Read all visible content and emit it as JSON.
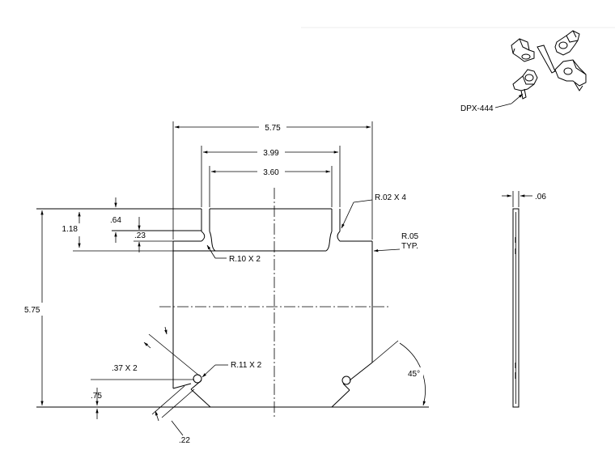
{
  "part_callout": "DPX-444",
  "dimensions": {
    "overall_width": "5.75",
    "outer_slot_width": "3.99",
    "inner_slot_width": "3.60",
    "overall_height": "5.75",
    "slot_depth": "1.18",
    "slot_upper_depth": ".64",
    "slot_step": ".23",
    "chamfer_offset": ".37 X 2",
    "chamfer_bottom": ".75",
    "slot_tip": ".22",
    "thickness": ".06",
    "chamfer_angle": "45°"
  },
  "notes": {
    "radius_corners": "R.02 X 4",
    "radius_typ_value": "R.05",
    "radius_typ_label": "TYP.",
    "radius_steps": "R.10 X 2",
    "radius_holes": "R.11 X 2"
  }
}
